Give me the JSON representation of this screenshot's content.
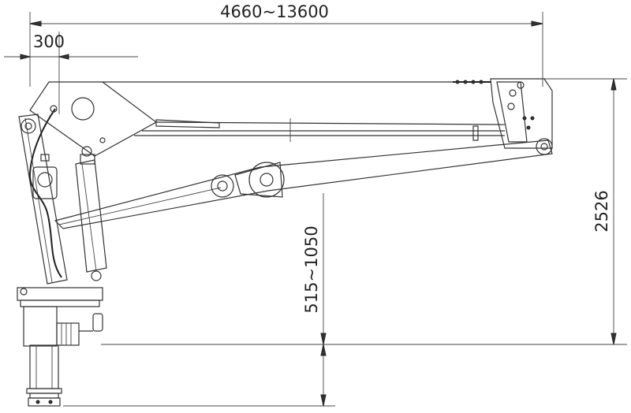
{
  "dimensions": {
    "overall_reach": "4660~13600",
    "column_offset": "300",
    "total_height": "2526",
    "hook_range": "515~1050"
  },
  "colors": {
    "line": "#333333",
    "background": "#ffffff"
  }
}
